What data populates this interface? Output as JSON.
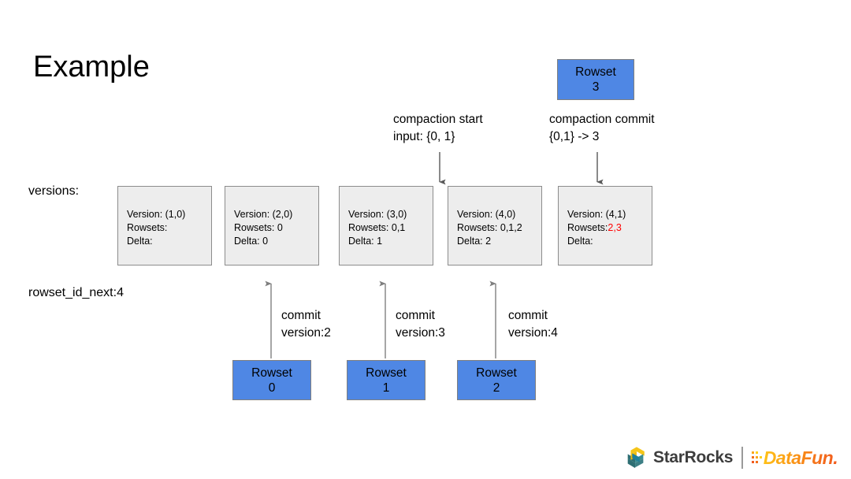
{
  "slide": {
    "title": "Example",
    "labels": {
      "versions": "versions:",
      "rowset_id_next": "rowset_id_next:4"
    }
  },
  "annotations": [
    {
      "line1": "compaction start",
      "line2": "input: {0, 1}"
    },
    {
      "line1": "compaction commit",
      "line2": "{0,1} -> 3"
    }
  ],
  "version_boxes": [
    {
      "version": "Version: (1,0)",
      "rowsets_label": "Rowsets:",
      "rowsets_value": "",
      "delta": "Delta:"
    },
    {
      "version": "Version: (2,0)",
      "rowsets_label": "Rowsets: 0",
      "rowsets_value": "",
      "delta": "Delta: 0"
    },
    {
      "version": "Version: (3,0)",
      "rowsets_label": "Rowsets: 0,1",
      "rowsets_value": "",
      "delta": "Delta: 1"
    },
    {
      "version": "Version: (4,0)",
      "rowsets_label": "Rowsets: 0,1,2",
      "rowsets_value": "",
      "delta": "Delta: 2"
    },
    {
      "version": "Version: (4,1)",
      "rowsets_label": "Rowsets:",
      "rowsets_value": "2,3",
      "delta": "Delta:"
    }
  ],
  "rowsets": {
    "top": {
      "name": "Rowset",
      "id": "3"
    },
    "bottom": [
      {
        "name": "Rowset",
        "id": "0"
      },
      {
        "name": "Rowset",
        "id": "1"
      },
      {
        "name": "Rowset",
        "id": "2"
      }
    ]
  },
  "commit_labels": [
    {
      "line1": "commit",
      "line2": "version:2"
    },
    {
      "line1": "commit",
      "line2": "version:3"
    },
    {
      "line1": "commit",
      "line2": "version:4"
    }
  ],
  "footer": {
    "starrocks": "StarRocks",
    "datafun": "DataFun."
  },
  "colors": {
    "rowset_blue": "#4f87e4",
    "version_gray": "#ededed",
    "highlight_red": "#ff0000",
    "starrocks_yellow": "#f5c518",
    "starrocks_teal": "#2e6e73",
    "datafun_orange": "#f4701a"
  }
}
